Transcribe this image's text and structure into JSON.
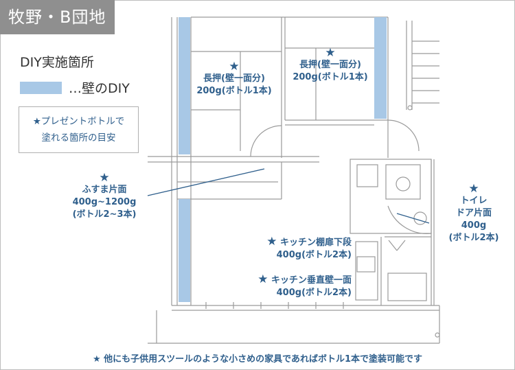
{
  "title": "牧野・B団地",
  "legend": {
    "heading": "DIY実施箇所",
    "swatch_label": "…壁のDIY",
    "swatch_color": "#a8c8e6"
  },
  "note": {
    "line1": "★プレゼントボトルで",
    "line2": "塗れる箇所の目安"
  },
  "labels": {
    "closet_left": {
      "star": "★",
      "line1": "長押(壁一面分)",
      "line2": "200g(ボトル1本)"
    },
    "closet_right": {
      "star": "★",
      "line1": "長押(壁一面分)",
      "line2": "200g(ボトル1本)"
    },
    "fusuma": {
      "star": "★",
      "line1": "ふすま片面",
      "line2": "400g~1200g",
      "line3": "(ボトル2~3本)"
    },
    "toilet": {
      "star": "★",
      "line1": "トイレ",
      "line2": "ドア片面",
      "line3": "400g",
      "line4": "(ボトル2本)"
    },
    "kitchen_shelf": {
      "star": "★",
      "text": "キッチン棚扉下段",
      "amount": "400g(ボトル2本)"
    },
    "kitchen_wall": {
      "star": "★",
      "text": "キッチン垂直壁一面",
      "amount": "400g(ボトル2本)"
    }
  },
  "footer": "★ 他にも子供用スツールのような小さめの家具であればボトル1本で塗装可能です",
  "colors": {
    "accent": "#2f5f8c",
    "wall_highlight": "#a8c8e6",
    "tag_bg": "#8f8f8f"
  }
}
